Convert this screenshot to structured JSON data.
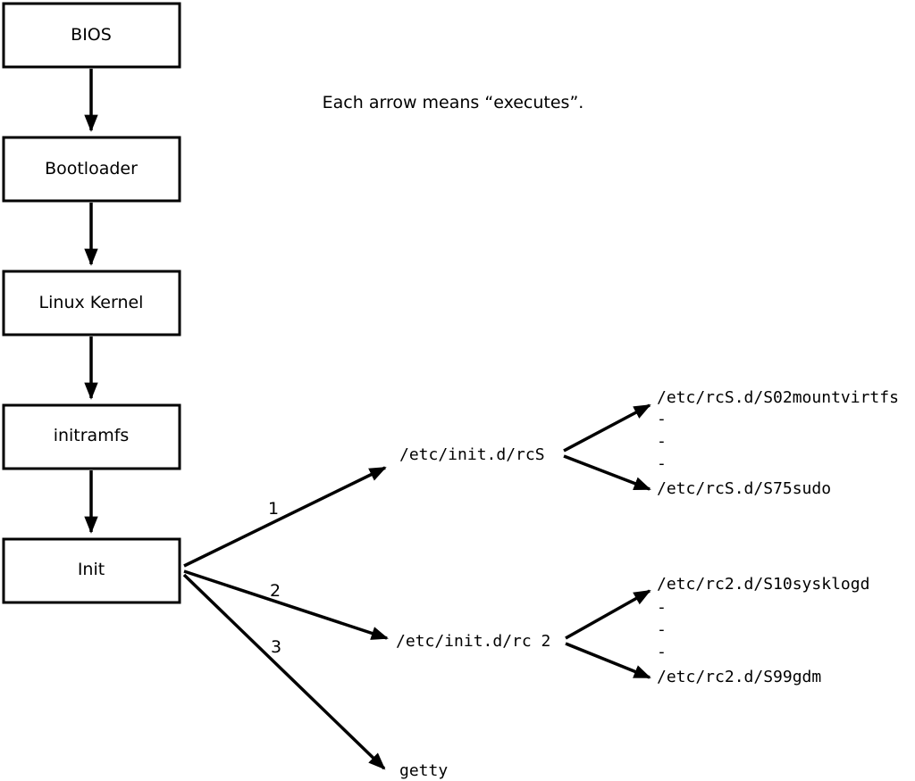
{
  "caption": "Each arrow means “executes”.",
  "colors": {
    "line": "#000000",
    "background": "#ffffff",
    "box_fill": "#ffffff"
  },
  "boxes": [
    {
      "label": "BIOS"
    },
    {
      "label": "Bootloader"
    },
    {
      "label": "Linux Kernel"
    },
    {
      "label": "initramfs"
    },
    {
      "label": "Init"
    }
  ],
  "init_edges": [
    {
      "label": "1",
      "target": "/etc/init.d/rcS"
    },
    {
      "label": "2",
      "target": "/etc/init.d/rc 2"
    },
    {
      "label": "3",
      "target": "getty"
    }
  ],
  "rcS_children": [
    "/etc/rcS.d/S02mountvirtfs",
    "-",
    "-",
    "-",
    "/etc/rcS.d/S75sudo"
  ],
  "rc2_children": [
    "/etc/rc2.d/S10sysklogd",
    "-",
    "-",
    "-",
    "/etc/rc2.d/S99gdm"
  ]
}
